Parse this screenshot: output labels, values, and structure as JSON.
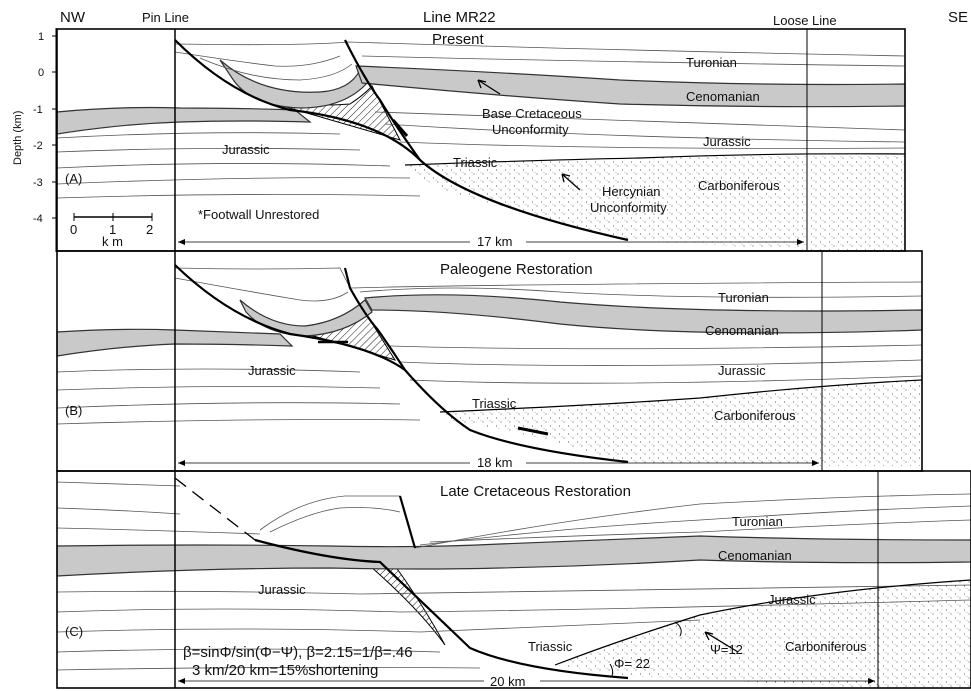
{
  "header": {
    "nw": "NW",
    "pin_line": "Pin Line",
    "line_name": "Line MR22",
    "loose_line": "Loose Line",
    "se": "SE"
  },
  "axis": {
    "ylabel": "Depth (km)",
    "ticks": [
      "1",
      "0",
      "-1",
      "-2",
      "-3",
      "-4"
    ]
  },
  "scale_bar": {
    "ticks": [
      "0",
      "1",
      "2"
    ],
    "unit": "k m"
  },
  "panels": {
    "a": {
      "letter": "(A)",
      "title": "Present",
      "turonian": "Turonian",
      "cenomanian": "Cenomanian",
      "jurassic_left": "Jurassic",
      "jurassic_right": "Jurassic",
      "triassic": "Triassic",
      "carboniferous": "Carboniferous",
      "base_cret_1": "Base Cretaceous",
      "base_cret_2": "Unconformity",
      "hercynian_1": "Hercynian",
      "hercynian_2": "Unconformity",
      "footwall": "*Footwall Unrestored",
      "length": "17 km"
    },
    "b": {
      "letter": "(B)",
      "title": "Paleogene Restoration",
      "turonian": "Turonian",
      "cenomanian": "Cenomanian",
      "jurassic_left": "Jurassic",
      "jurassic_right": "Jurassic",
      "triassic": "Triassic",
      "carboniferous": "Carboniferous",
      "length": "18 km"
    },
    "c": {
      "letter": "(C)",
      "title": "Late Cretaceous Restoration",
      "turonian": "Turonian",
      "cenomanian": "Cenomanian",
      "jurassic_left": "Jurassic",
      "jurassic_right": "Jurassic",
      "triassic": "Triassic",
      "carboniferous": "Carboniferous",
      "psi": "Ψ=12",
      "phi": "Φ= 22",
      "eq1": "β=sinΦ/sin(Φ−Ψ), β=2.15=1/β=.46",
      "eq2": "3 km/20 km=15%shortening",
      "length": "20 km"
    }
  }
}
